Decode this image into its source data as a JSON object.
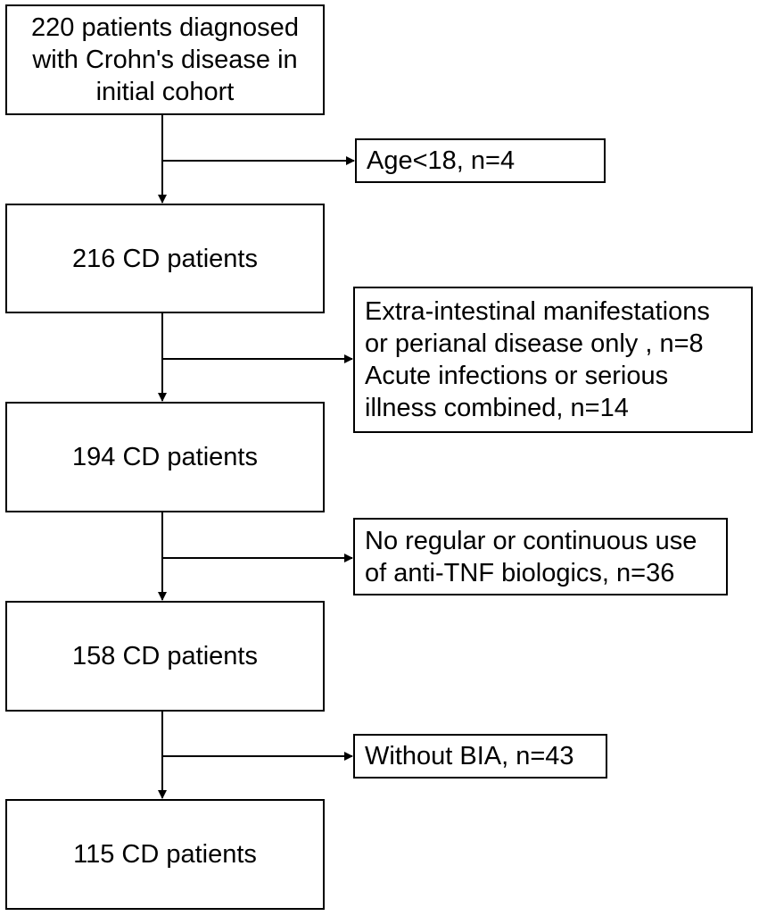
{
  "main_boxes": [
    {
      "lines": [
        "220 patients diagnosed",
        "with Crohn's disease in",
        "initial cohort"
      ]
    },
    {
      "lines": [
        "216 CD patients"
      ]
    },
    {
      "lines": [
        "194 CD patients"
      ]
    },
    {
      "lines": [
        "158 CD patients"
      ]
    },
    {
      "lines": [
        "115 CD patients"
      ]
    }
  ],
  "exclusion_boxes": [
    {
      "lines": [
        "Age<18, n=4"
      ]
    },
    {
      "lines": [
        "Extra-intestinal manifestations",
        "or perianal disease only , n=8",
        "Acute infections or serious",
        "illness combined, n=14"
      ]
    },
    {
      "lines": [
        "No regular or continuous use",
        "of anti-TNF biologics, n=36"
      ]
    },
    {
      "lines": [
        "Without BIA, n=43"
      ]
    }
  ]
}
